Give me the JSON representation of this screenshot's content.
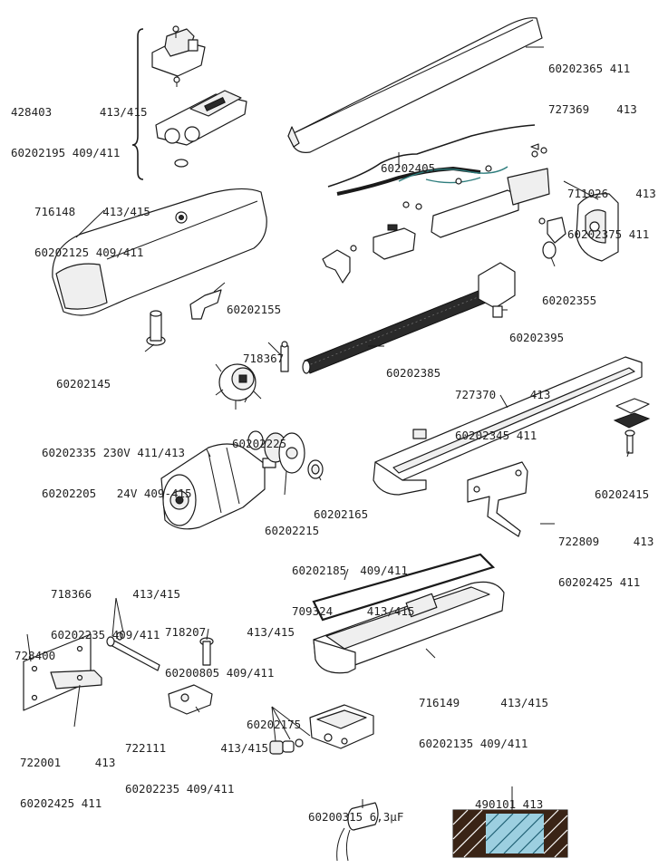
{
  "labels": {
    "l428403": [
      "428403       413/415",
      "60202195 409/411"
    ],
    "l60202365": [
      "60202365 411",
      "727369    413"
    ],
    "l60202405": [
      "60202405"
    ],
    "l711026": [
      "711026    413",
      "60202375 411"
    ],
    "l716148": [
      "716148    413/415",
      "60202125 409/411"
    ],
    "l60202355": [
      "60202355"
    ],
    "l60202155": [
      "60202155"
    ],
    "l60202395": [
      "60202395"
    ],
    "l60202145": [
      "60202145"
    ],
    "l718367": [
      "718367"
    ],
    "l60202385": [
      "60202385"
    ],
    "l727370": [
      "727370     413",
      "60202345 411"
    ],
    "l60202225": [
      "60202225"
    ],
    "l60202335": [
      "60202335 230V 411/413",
      "60202205   24V 409-415"
    ],
    "l60202415": [
      "60202415"
    ],
    "l60202165": [
      "60202165"
    ],
    "l60202215": [
      "60202215"
    ],
    "l722809": [
      "722809     413",
      "60202425 411"
    ],
    "l60202185": [
      "60202185  409/411",
      "709324     413/415"
    ],
    "l718366": [
      "718366      413/415",
      "60202235 409/411"
    ],
    "l718207": [
      "718207      413/415",
      "60200805 409/411"
    ],
    "l728400": [
      "728400"
    ],
    "l716149": [
      "716149      413/415",
      "60202135 409/411"
    ],
    "l722111": [
      "722111        413/415",
      "60202235 409/411"
    ],
    "l60202175": [
      "60202175"
    ],
    "l722001": [
      "722001     413",
      "60202425 411"
    ],
    "l60200315": [
      "60200315 6,3µF"
    ],
    "l490101": [
      "490101 413"
    ]
  }
}
